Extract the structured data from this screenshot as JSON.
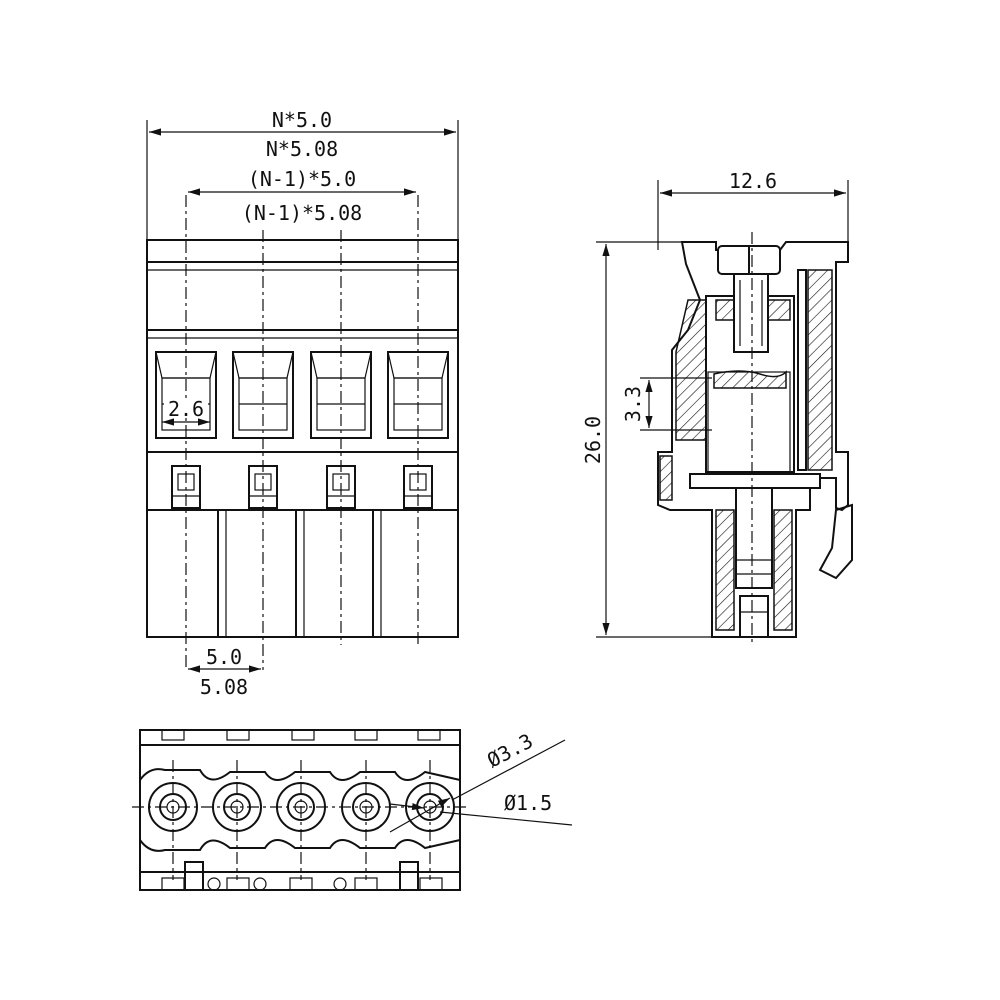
{
  "front_view": {
    "dim_total_a": "N*5.0",
    "dim_total_b": "N*5.08",
    "dim_span_a": "(N-1)*5.0",
    "dim_span_b": "(N-1)*5.08",
    "dim_opening": "2.6",
    "dim_pitch_a": "5.0",
    "dim_pitch_b": "5.08"
  },
  "side_view": {
    "dim_width": "12.6",
    "dim_height": "26.0",
    "dim_clamp": "3.3"
  },
  "bottom_view": {
    "dim_outer_dia": "Ø3.3",
    "dim_inner_dia": "Ø1.5"
  }
}
